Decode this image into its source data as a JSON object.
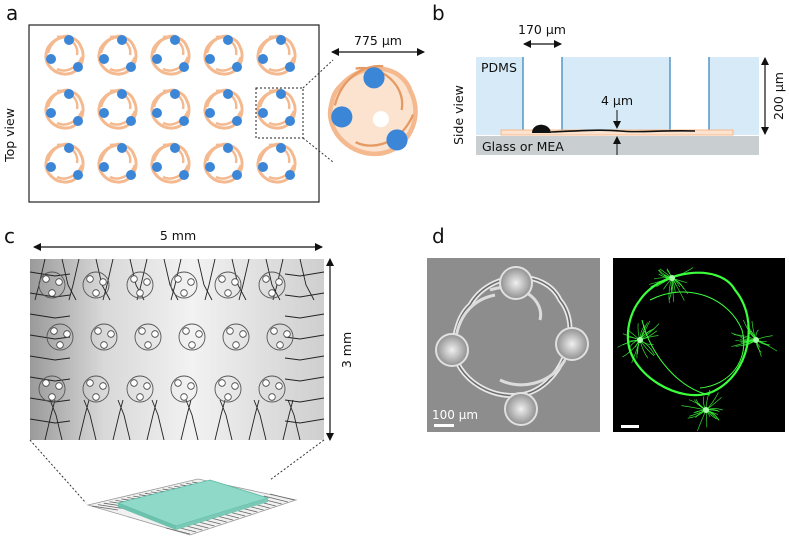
{
  "panels": {
    "a": {
      "letter": "a",
      "side_label": "Top view",
      "scale_label": "775 µm",
      "grid": {
        "rows": 3,
        "cols": 5
      }
    },
    "b": {
      "letter": "b",
      "width_label": "170 µm",
      "material_top": "PDMS",
      "side_label": "Side view",
      "gap_label": "4 µm",
      "height_label": "200 µm",
      "substrate_label": "Glass or MEA"
    },
    "c": {
      "letter": "c",
      "width_label": "5 mm",
      "height_label": "3 mm"
    },
    "d": {
      "letter": "d",
      "scale_label": "100 µm"
    }
  },
  "colors": {
    "orange": "#f4b98f",
    "blue": "#3b86d6",
    "pdms": "#d6ebf7",
    "substrate": "#c9cfd1",
    "teal": "#8fd9c8",
    "green": "#3cff3c"
  },
  "icons": [
    "double-arrow",
    "dotted-magnifier-box"
  ]
}
